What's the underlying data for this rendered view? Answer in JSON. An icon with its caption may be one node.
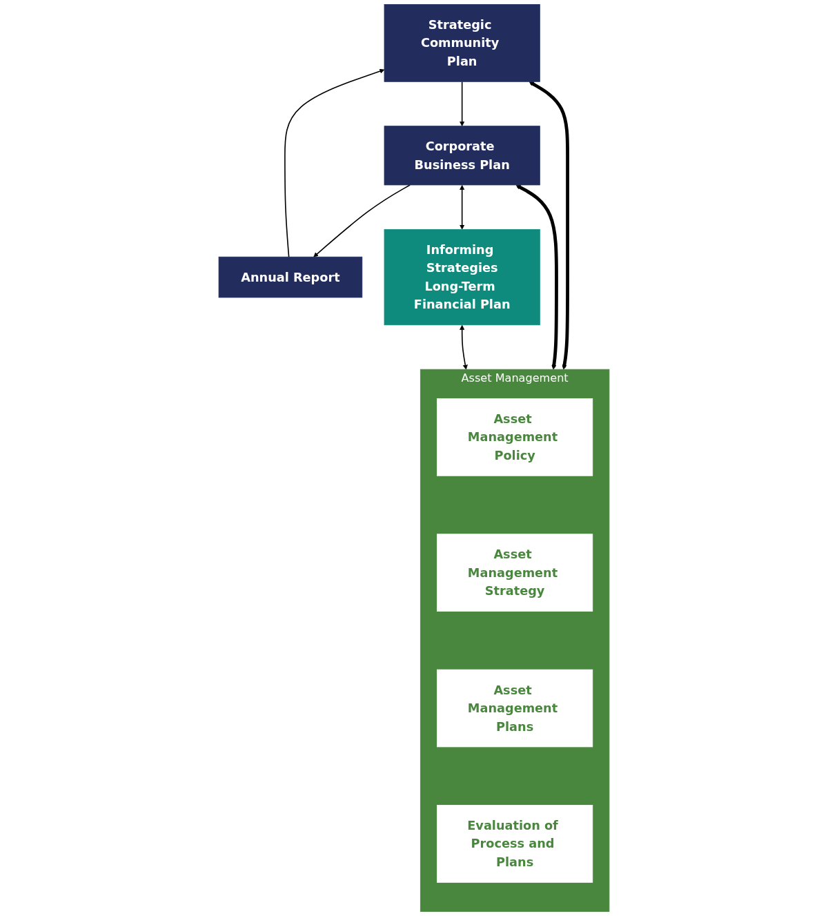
{
  "diagram": {
    "nodes": [
      {
        "text": [
          "Strategic Community Plan"
        ]
      },
      {
        "text": [
          "Corporate Business Plan"
        ]
      },
      {
        "text": [
          "Annual Report"
        ]
      },
      {
        "text": [
          "Informing Strategies",
          "Long-Term Financial Plan"
        ]
      },
      {
        "text": [
          "Asset Management"
        ]
      },
      {
        "text": [
          "Asset Management Policy"
        ],
        "in": 4
      },
      {
        "text": [
          "Asset Management Strategy"
        ],
        "in": 4
      },
      {
        "text": [
          "Asset Management Plans"
        ],
        "in": 4
      },
      {
        "text": [
          "Evaluation of Process and Plans"
        ],
        "in": 4
      }
    ],
    "edges": [
      {
        "from": 0,
        "to": 1,
        "arrow": "to"
      },
      {
        "from": 1,
        "to": 2,
        "arrow": "to"
      },
      {
        "from": 2,
        "to": 0,
        "arrow": "to"
      },
      {
        "from": 0,
        "to": 4,
        "arrow": "both",
        "style": "thick"
      },
      {
        "from": 1,
        "to": 4,
        "arrow": "both",
        "style": "thick"
      },
      {
        "from": 1,
        "to": 3,
        "arrow": "both"
      },
      {
        "from": 3,
        "to": 4,
        "arrow": "both"
      }
    ]
  }
}
